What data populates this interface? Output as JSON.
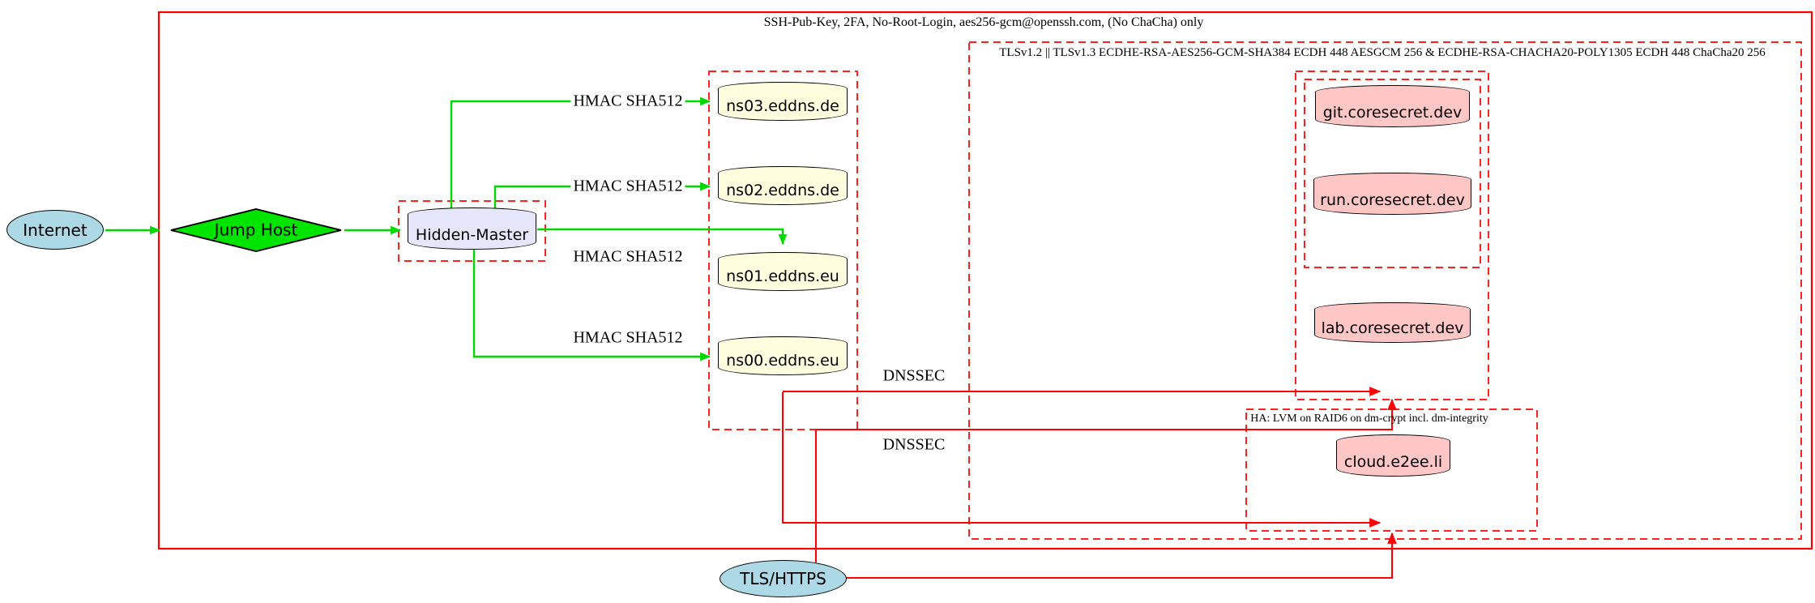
{
  "clusters": {
    "ssh": {
      "label": "SSH-Pub-Key, 2FA, No-Root-Login, aes256-gcm@openssh.com, (No ChaCha) only",
      "border_style": "solid",
      "border_color": "#fe0000"
    },
    "tls": {
      "label": "TLSv1.2 || TLSv1.3 ECDHE-RSA-AES256-GCM-SHA384 ECDH 448 AESGCM 256 & ECDHE-RSA-CHACHA20-POLY1305 ECDH 448 ChaCha20 256",
      "border_style": "dashed",
      "border_color": "#ff2020"
    },
    "ha": {
      "label": "HA: LVM on RAID6 on dm-crypt incl. dm-integrity",
      "border_style": "dashed",
      "border_color": "#ff2020"
    }
  },
  "nodes": {
    "internet": {
      "label": "Internet",
      "shape": "ellipse",
      "fill": "#add8e6"
    },
    "jump_host": {
      "label": "Jump Host",
      "shape": "diamond",
      "fill": "#00e400"
    },
    "hidden_master": {
      "label": "Hidden-Master",
      "shape": "cylinder",
      "fill": "#e6e6fa"
    },
    "ns03": {
      "label": "ns03.eddns.de",
      "shape": "cylinder",
      "fill": "#ffffe0"
    },
    "ns02": {
      "label": "ns02.eddns.de",
      "shape": "cylinder",
      "fill": "#ffffe0"
    },
    "ns01": {
      "label": "ns01.eddns.eu",
      "shape": "cylinder",
      "fill": "#ffffe0"
    },
    "ns00": {
      "label": "ns00.eddns.eu",
      "shape": "cylinder",
      "fill": "#ffffe0"
    },
    "git": {
      "label": "git.coresecret.dev",
      "shape": "cylinder",
      "fill": "#ffc6c6"
    },
    "run": {
      "label": "run.coresecret.dev",
      "shape": "cylinder",
      "fill": "#ffc6c6"
    },
    "lab": {
      "label": "lab.coresecret.dev",
      "shape": "cylinder",
      "fill": "#ffc6c6"
    },
    "cloud": {
      "label": "cloud.e2ee.li",
      "shape": "cylinder",
      "fill": "#ffc6c6"
    },
    "tls_https": {
      "label": "TLS/HTTPS",
      "shape": "ellipse",
      "fill": "#add8e6"
    }
  },
  "edge_labels": {
    "hmac_ns03": "HMAC SHA512",
    "hmac_ns02": "HMAC SHA512",
    "hmac_ns01": "HMAC SHA512",
    "hmac_ns00": "HMAC SHA512",
    "dnssec_1": "DNSSEC",
    "dnssec_2": "DNSSEC"
  },
  "colors": {
    "edge_green": "#00d900",
    "edge_red": "#ff0000",
    "cluster_red": "#ff2020",
    "cluster_red_solid": "#fe0000"
  }
}
